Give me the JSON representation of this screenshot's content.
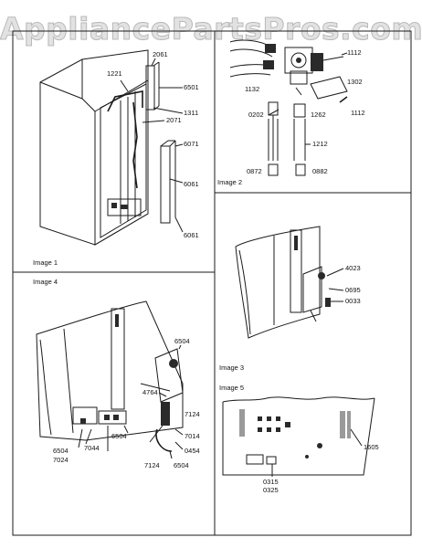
{
  "watermark": "AppliancePartsPros.com",
  "captions": {
    "image1": "Image 1",
    "image2": "Image 2",
    "image3": "Image 3",
    "image4": "Image 4",
    "image5": "Image 5"
  },
  "image1": {
    "labels": [
      "2061",
      "1221",
      "6501",
      "1311",
      "2071",
      "6071",
      "6061",
      "6061"
    ]
  },
  "image2": {
    "labels": [
      "1112",
      "1132",
      "1302",
      "0202",
      "1262",
      "1112",
      "1212",
      "0872",
      "0882"
    ]
  },
  "image3": {
    "labels": [
      "4023",
      "0695",
      "0033"
    ]
  },
  "image4": {
    "labels": [
      "6504",
      "4764",
      "7124",
      "7014",
      "6504",
      "0454",
      "6504",
      "7044",
      "7024",
      "7124",
      "6504"
    ]
  },
  "image5": {
    "labels": [
      "1605",
      "0315",
      "0325"
    ]
  }
}
